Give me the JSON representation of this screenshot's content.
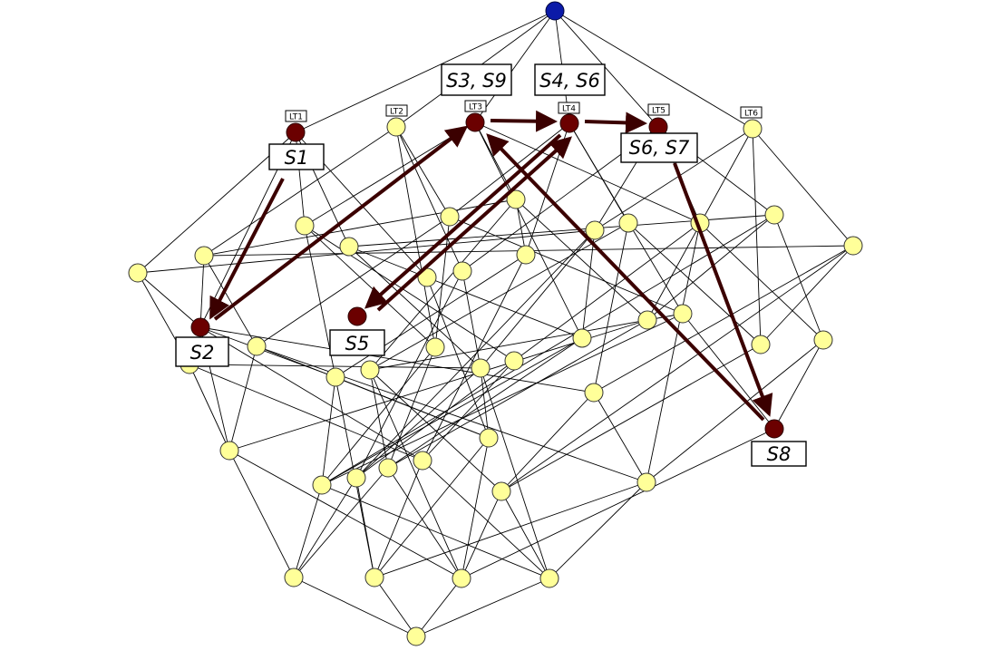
{
  "tags": {
    "lt1": "LT1",
    "lt2": "LT2",
    "lt3": "LT3",
    "lt4": "LT4",
    "lt5": "LT5",
    "lt6": "LT6"
  },
  "state_labels": {
    "s1": "S1",
    "s2": "S2",
    "s3_s9": "S3, S9",
    "s4_s6": "S4, S6",
    "s5": "S5",
    "s6_s7": "S6, S7",
    "s8": "S8"
  },
  "colors": {
    "normal_node": "#ffff99",
    "highlight_node": "#6b0000",
    "top_node": "#0b1aa8",
    "arrow": "#3b0000"
  }
}
